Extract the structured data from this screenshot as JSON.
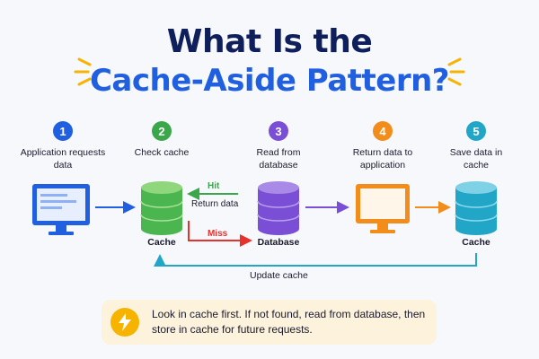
{
  "title": {
    "line1": "What Is the",
    "line2": "Cache-Aside Pattern?"
  },
  "colors": {
    "step1": "#1f5fe0",
    "step2": "#3aa84a",
    "step3": "#7a4fd6",
    "step4": "#f28c1a",
    "step5": "#22a6c8",
    "hit": "#3aa84a",
    "miss": "#e5322d",
    "update": "#22a6c8"
  },
  "steps": [
    {
      "num": "1",
      "label": "Application requests data"
    },
    {
      "num": "2",
      "label": "Check cache"
    },
    {
      "num": "3",
      "label": "Read from database"
    },
    {
      "num": "4",
      "label": "Return data to application"
    },
    {
      "num": "5",
      "label": "Save data in cache"
    }
  ],
  "nodes": {
    "cache": "Cache",
    "database": "Database",
    "cache2": "Cache"
  },
  "edges": {
    "hit": "Hit",
    "return_data": "Return data",
    "miss": "Miss",
    "update_cache": "Update cache"
  },
  "note": {
    "icon": "lightning-icon",
    "text": "Look in cache first. If not found, read from database, then store in cache for future requests."
  }
}
